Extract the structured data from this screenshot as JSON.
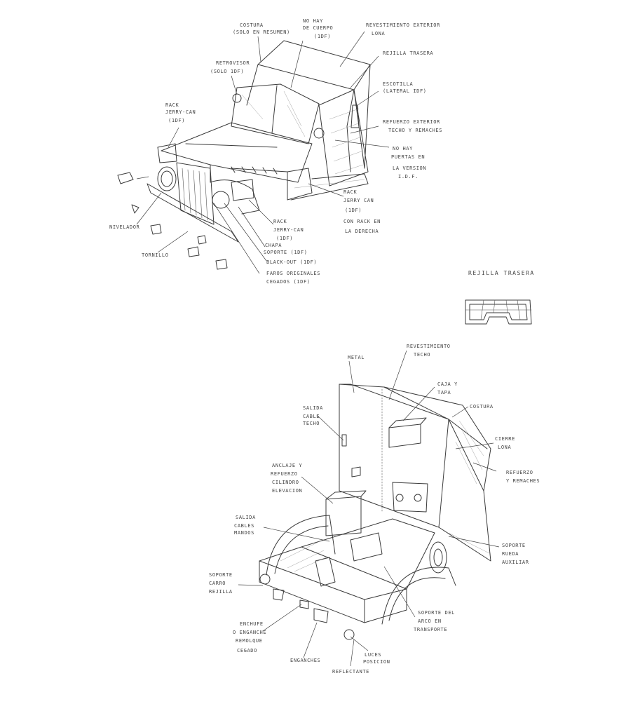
{
  "top_view": {
    "labels": [
      "COSTURA",
      "(SOLO EN RESUMEN)",
      "NO HAY",
      "DE CUERPO",
      "(1DF)",
      "REVESTIMIENTO EXTERIOR",
      "LONA",
      "REJILLA TRASERA",
      "ESCOTILLA",
      "(LATERAL IDF)",
      "REFUERZO EXTERIOR",
      "TECHO Y REMACHES",
      "NO HAY",
      "PUERTAS EN",
      "LA VERSION",
      "I.D.F.",
      "RETROVISOR",
      "(SOLO 1DF)",
      "RACK",
      "JERRY-CAN",
      "(1DF)",
      "RACK",
      "JERRY CAN",
      "(1DF)",
      "CON RACK EN",
      "LA DERECHA",
      "NIVELADOR",
      "RACK",
      "JERRY-CAN",
      "(1DF)",
      "CHAPA",
      "SOPORTE (1DF)",
      "BLACK-OUT (1DF)",
      "FAROS ORIGINALES",
      "CEGADOS (1DF)",
      "TORNILLO"
    ]
  },
  "rear_grille_detail": {
    "title": "REJILLA TRASERA"
  },
  "bottom_view": {
    "labels": [
      "REVESTIMIENTO",
      "TECHO",
      "METAL",
      "CAJA Y",
      "TAPA",
      "COSTURA",
      "SALIDA",
      "CABLE",
      "TECHO",
      "CIERRE",
      "LONA",
      "REFUERZO",
      "Y REMACHES",
      "ANCLAJE Y",
      "REFUERZO",
      "CILINDRO",
      "ELEVACION",
      "SALIDA",
      "CABLES",
      "MANDOS",
      "SOPORTE",
      "RUEDA",
      "AUXILIAR",
      "SOPORTE",
      "CARRO",
      "REJILLA",
      "SOPORTE DEL",
      "ARCO EN",
      "TRANSPORTE",
      "ENCHUFE",
      "O ENGANCHE",
      "REMOLQUE",
      "CEGADO",
      "LUCES",
      "POSICION",
      "ENGANCHES",
      "REFLECTANTE"
    ]
  }
}
